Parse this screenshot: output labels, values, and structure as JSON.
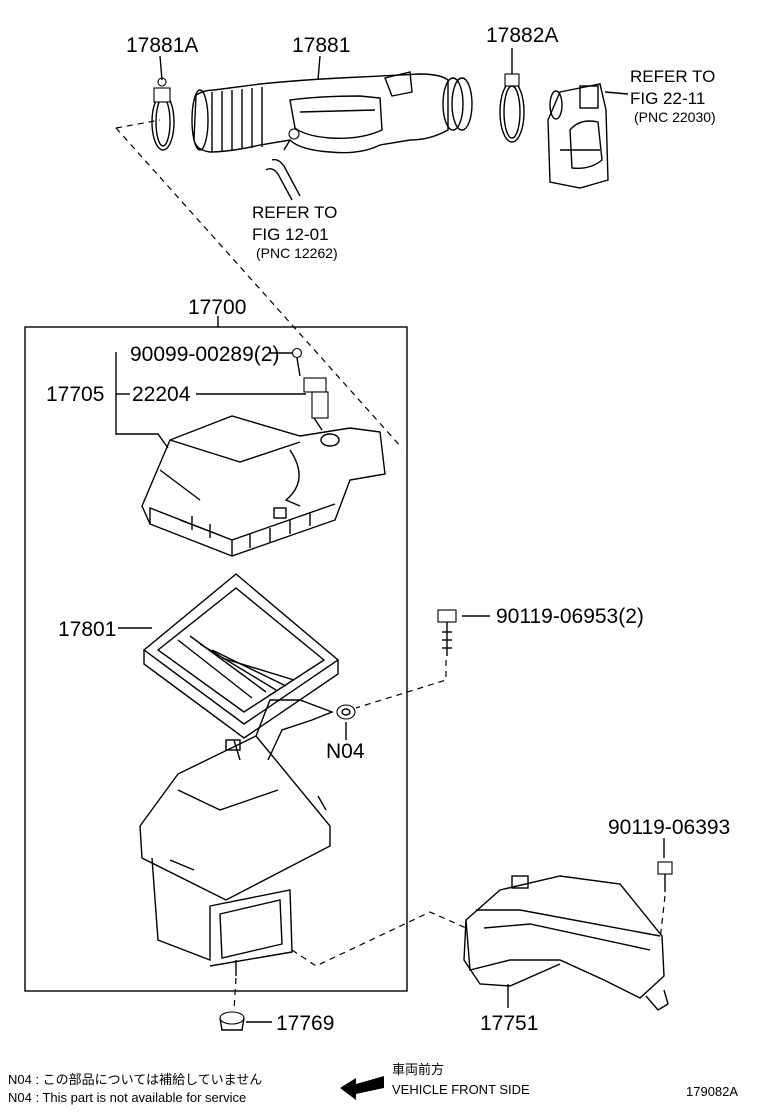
{
  "diagram_id": "179082A",
  "parts": [
    {
      "number": "17881A"
    },
    {
      "number": "17881"
    },
    {
      "number": "17882A"
    },
    {
      "number": "17700"
    },
    {
      "number": "90099-00289(2)"
    },
    {
      "number": "17705"
    },
    {
      "number": "22204"
    },
    {
      "number": "17801"
    },
    {
      "number": "90119-06953(2)"
    },
    {
      "number": "N04"
    },
    {
      "number": "90119-06393"
    },
    {
      "number": "17769"
    },
    {
      "number": "17751"
    }
  ],
  "references": [
    {
      "line1": "REFER TO",
      "line2": "FIG 22-11",
      "pnc": "(PNC 22030)"
    },
    {
      "line1": "REFER TO",
      "line2": "FIG 12-01",
      "pnc": "(PNC 12262)"
    }
  ],
  "notes": {
    "n04_jp": "N04 : この部品については補給していません",
    "n04_en": "N04 : This part is not available for service"
  },
  "direction": {
    "jp": "車両前方",
    "en": "VEHICLE FRONT SIDE"
  }
}
